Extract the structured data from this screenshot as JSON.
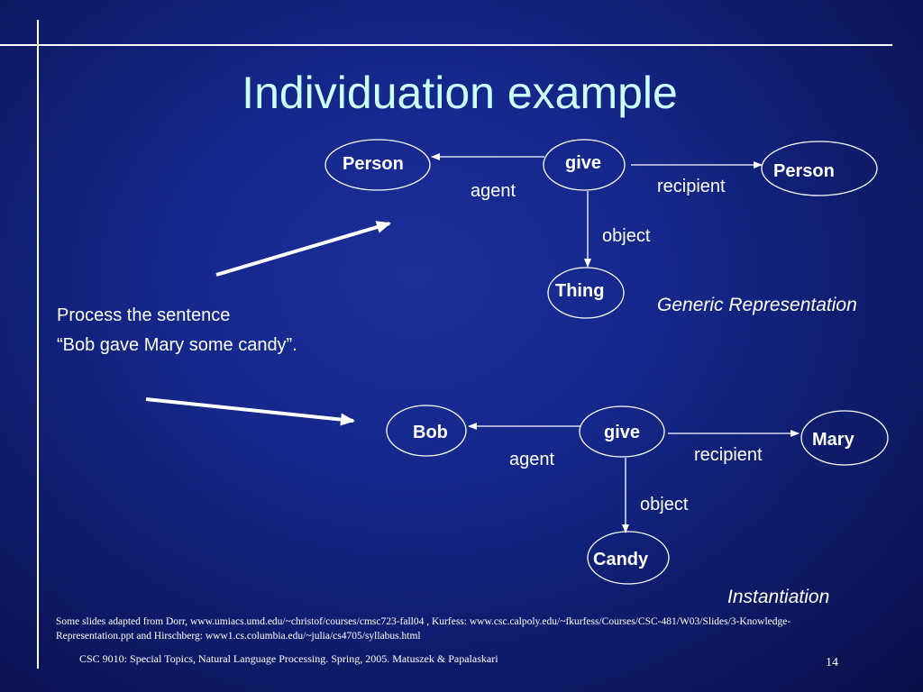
{
  "slide": {
    "title": "Individuation example",
    "process_line1": "Process the sentence",
    "process_line2": "“Bob gave Mary some candy”.",
    "sources_text": "Some slides adapted from  Dorr,  www.umiacs.umd.edu/~christof/courses/cmsc723-fall04 , Kurfess:  www.csc.calpoly.edu/~fkurfess/Courses/CSC-481/W03/Slides/3-Knowledge-Representation.ppt and Hirschberg: www1.cs.columbia.edu/~julia/cs4705/syllabus.html",
    "footer": "CSC 9010:  Special Topics,  Natural Language Processing.  Spring, 2005.  Matuszek & Papalaskari",
    "page_number": "14"
  },
  "generic": {
    "caption": "Generic Representation",
    "nodes": {
      "agent_node": "Person",
      "action_node": "give",
      "recipient_node": "Person",
      "object_node": "Thing"
    },
    "edges": {
      "agent": "agent",
      "recipient": "recipient",
      "object": "object"
    }
  },
  "instance": {
    "caption": "Instantiation",
    "nodes": {
      "agent_node": "Bob",
      "action_node": "give",
      "recipient_node": "Mary",
      "object_node": "Candy"
    },
    "edges": {
      "agent": "agent",
      "recipient": "recipient",
      "object": "object"
    }
  }
}
